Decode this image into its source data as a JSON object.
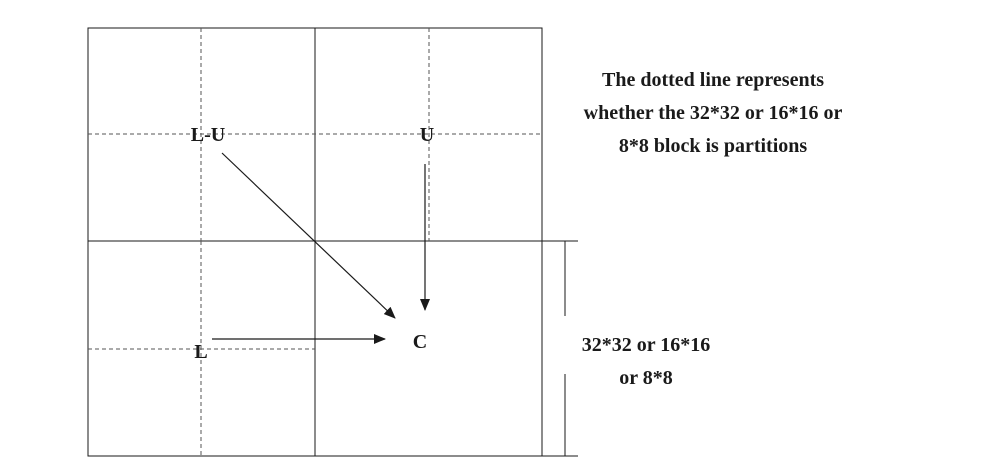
{
  "blocks": {
    "left_upper": "L-U",
    "upper": "U",
    "left": "L",
    "current": "C"
  },
  "note": {
    "line1": "The dotted line represents",
    "line2": "whether the 32*32 or 16*16 or",
    "line3": "8*8 block is partitions"
  },
  "size_label": {
    "line1": "32*32 or 16*16",
    "line2": "or 8*8"
  },
  "colors": {
    "line": "#1a1a1a",
    "dashed": "#555555"
  }
}
